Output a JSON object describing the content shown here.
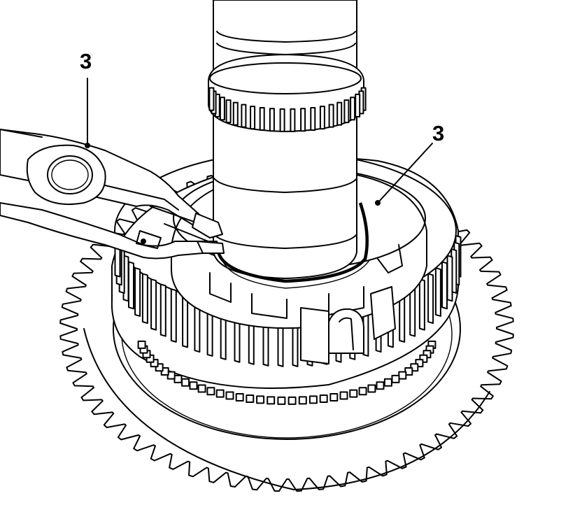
{
  "callouts": [
    {
      "id": "left",
      "label": "3"
    },
    {
      "id": "right",
      "label": "3"
    }
  ],
  "colors": {
    "ink": "#000000",
    "paper": "#ffffff"
  },
  "icons": [
    "snap-ring-pliers",
    "snap-ring",
    "shaft",
    "synchronizer-hub",
    "helical-gear"
  ]
}
